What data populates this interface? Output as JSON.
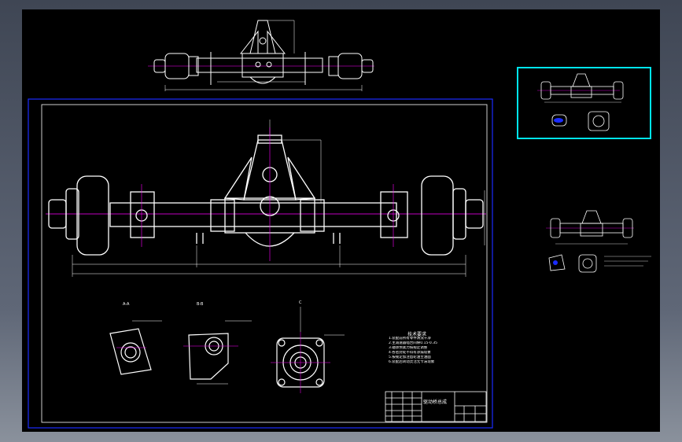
{
  "drawing": {
    "section_labels": {
      "a": "A-A",
      "b": "B-B",
      "c": "C"
    },
    "technical_notes_title": "技术要求",
    "technical_notes": [
      "1.装配前所有零件清洗干净",
      "2.主减速器啮合间隙0.15-0.35",
      "3.轴承预紧力按规定调整",
      "4.各密封处不得有渗漏现象",
      "5.按规定加注齿轮油至油面",
      "6.装配后转动灵活无卡滞现象"
    ],
    "title_block_name": "驱动桥总成"
  },
  "colors": {
    "background": "#000000",
    "line": "#ffffff",
    "centerline": "#ff00ff",
    "frame": "#1a2cff",
    "highlight": "#00e5ee"
  }
}
